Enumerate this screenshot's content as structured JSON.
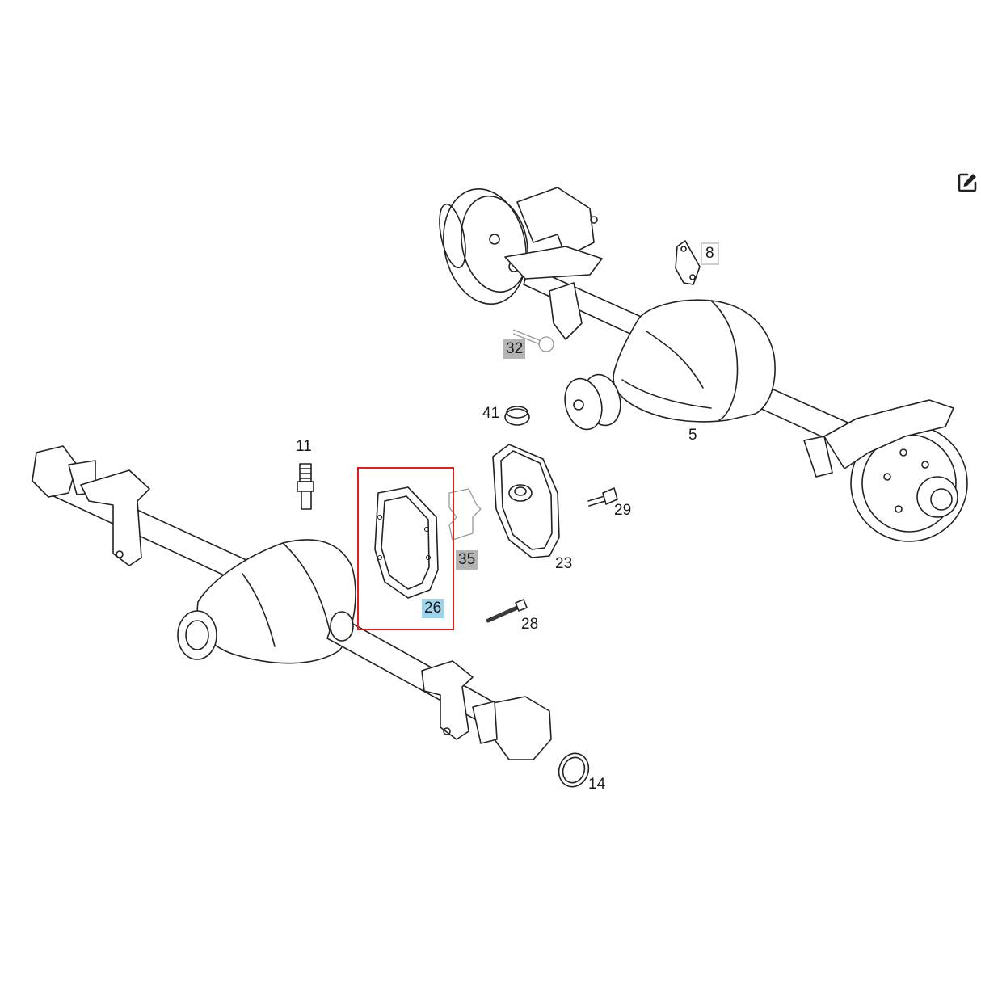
{
  "toolbar": {
    "edit_icon": "edit-icon"
  },
  "highlight": {
    "color": "#e02020",
    "part": "26"
  },
  "callouts": {
    "c5": "5",
    "c8": "8",
    "c11": "11",
    "c14": "14",
    "c23": "23",
    "c26": "26",
    "c28": "28",
    "c29": "29",
    "c32": "32",
    "c35": "35",
    "c41": "41"
  },
  "colors": {
    "line": "#222222",
    "selected_bg": "#9ed3ea",
    "muted_bg": "#b4b4b4"
  }
}
